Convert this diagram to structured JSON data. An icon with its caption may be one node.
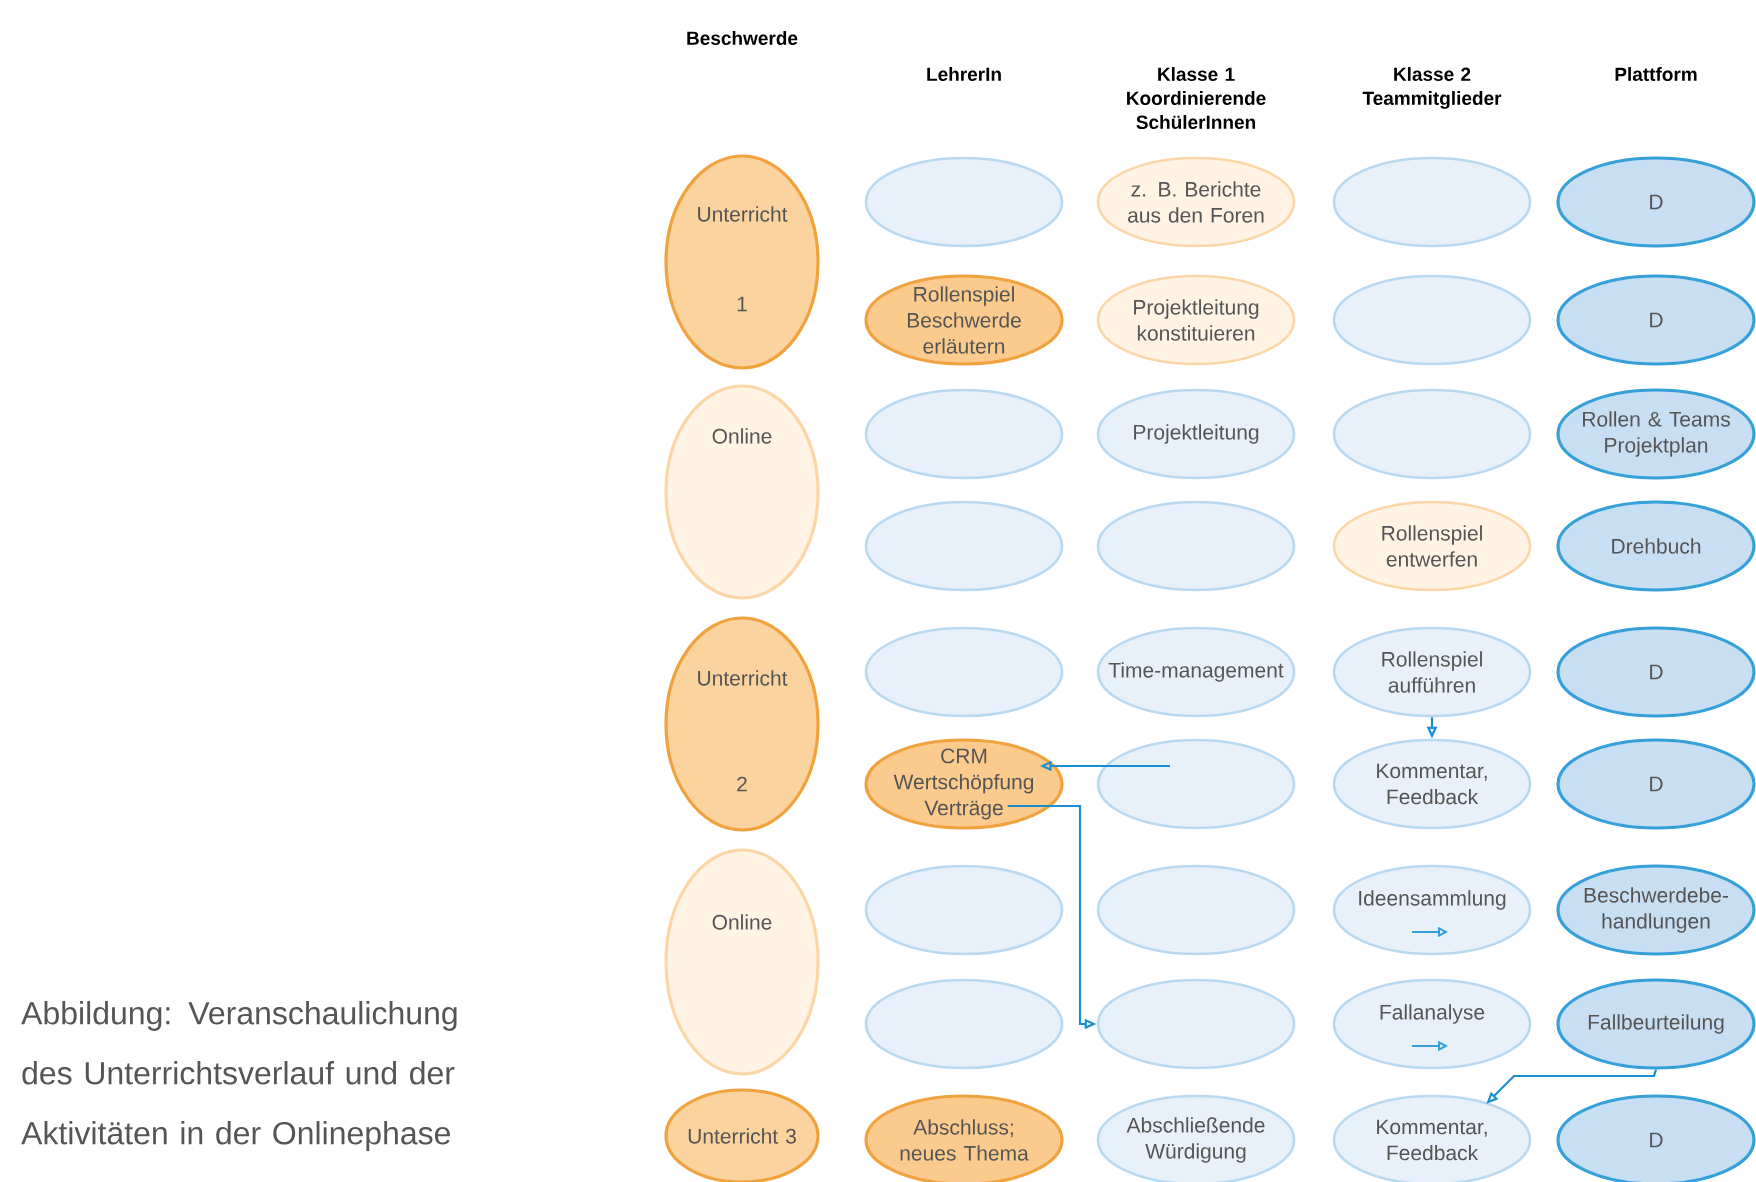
{
  "diagram": {
    "title": "Beschwerde",
    "caption": "Abbildung: Veranschaulichung des Unterrichtsverlauf und der Aktivitäten in der Onlinephase",
    "labels": [
      "LehrerIn",
      "Klasse 1 Koordinierende SchülerInnen",
      "Klasse 2 Teammitglieder",
      "Plattform"
    ],
    "nodes": [
      {
        "text": [
          "Unterricht",
          "1"
        ]
      },
      {
        "text": [],
        "shape": "ellipse"
      },
      {
        "text": [
          "z. B. Berichte aus den Foren"
        ]
      },
      {
        "text": [],
        "shape": "ellipse"
      },
      {
        "text": [
          "D"
        ]
      },
      {
        "text": [
          "Rollenspiel Beschwerde erläutern"
        ]
      },
      {
        "text": [
          "Projektleitung konstituieren"
        ]
      },
      {
        "text": [],
        "shape": "ellipse"
      },
      {
        "text": [
          "D"
        ]
      },
      {
        "text": [
          "Online"
        ]
      },
      {
        "text": [],
        "shape": "ellipse"
      },
      {
        "text": [
          "Projektleitung"
        ]
      },
      {
        "text": [],
        "shape": "ellipse"
      },
      {
        "text": [
          "Rollen & Teams Projektplan"
        ]
      },
      {
        "text": [],
        "shape": "ellipse"
      },
      {
        "text": [],
        "shape": "ellipse"
      },
      {
        "text": [
          "Rollenspiel entwerfen"
        ]
      },
      {
        "text": [
          "Drehbuch"
        ]
      },
      {
        "text": [
          "Unterricht",
          "2"
        ]
      },
      {
        "text": [],
        "shape": "ellipse"
      },
      {
        "text": [
          "Time-management"
        ]
      },
      {
        "text": [
          "Rollenspiel aufführen"
        ]
      },
      {
        "text": [
          "D"
        ]
      },
      {
        "text": [
          "CRM Wertschöpfung Verträge"
        ]
      },
      {
        "text": [],
        "shape": "ellipse"
      },
      {
        "text": [
          "Kommentar, Feedback"
        ]
      },
      {
        "text": [
          "D"
        ]
      },
      {
        "text": [
          "Online"
        ]
      },
      {
        "text": [],
        "shape": "ellipse"
      },
      {
        "text": [],
        "shape": "ellipse"
      },
      {
        "text": [
          "Ideensammlung"
        ]
      },
      {
        "text": [
          "Beschwerdebe-handlungen"
        ]
      },
      {
        "text": [],
        "shape": "ellipse"
      },
      {
        "text": [],
        "shape": "ellipse"
      },
      {
        "text": [
          "Fallanalyse"
        ]
      },
      {
        "text": [
          "Fallbeurteilung"
        ]
      },
      {
        "text": [
          "Unterricht 3"
        ]
      },
      {
        "text": [
          "Abschluss; neues Thema"
        ]
      },
      {
        "text": [
          "Abschließende Würdigung"
        ]
      },
      {
        "text": [
          "Kommentar, Feedback"
        ]
      },
      {
        "text": [
          "D"
        ]
      }
    ],
    "edges": [
      {
        "from": 24,
        "to": 23,
        "arrow": "to"
      },
      {
        "from": 23,
        "to": 33,
        "arrow": "to"
      },
      {
        "from": 21,
        "to": 25,
        "arrow": "to"
      },
      {
        "from": 35,
        "to": 39,
        "arrow": "to"
      }
    ]
  }
}
